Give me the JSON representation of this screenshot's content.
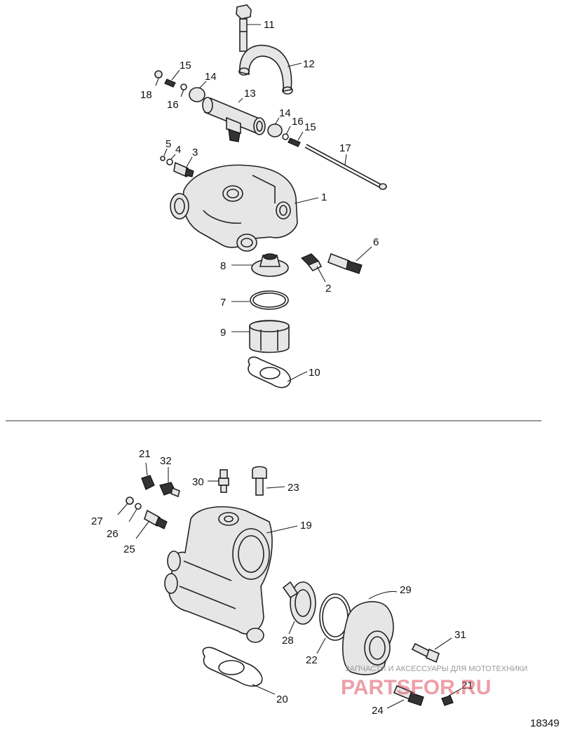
{
  "diagram": {
    "figure_id": "18349",
    "watermark": {
      "line1": "ЗАПЧАСТИ И АКСЕССУАРЫ ДЛЯ МОТОТЕХНИКИ",
      "line2": "PARTSFOR.RU"
    },
    "top_callouts": [
      {
        "id": "c11",
        "num": "11"
      },
      {
        "id": "c12",
        "num": "12"
      },
      {
        "id": "c15a",
        "num": "15"
      },
      {
        "id": "c18",
        "num": "18"
      },
      {
        "id": "c16a",
        "num": "16"
      },
      {
        "id": "c14a",
        "num": "14"
      },
      {
        "id": "c13",
        "num": "13"
      },
      {
        "id": "c14b",
        "num": "14"
      },
      {
        "id": "c16b",
        "num": "16"
      },
      {
        "id": "c15b",
        "num": "15"
      },
      {
        "id": "c17",
        "num": "17"
      },
      {
        "id": "c5",
        "num": "5"
      },
      {
        "id": "c4",
        "num": "4"
      },
      {
        "id": "c3",
        "num": "3"
      },
      {
        "id": "c1",
        "num": "1"
      },
      {
        "id": "c6",
        "num": "6"
      },
      {
        "id": "c8",
        "num": "8"
      },
      {
        "id": "c2",
        "num": "2"
      },
      {
        "id": "c7",
        "num": "7"
      },
      {
        "id": "c9",
        "num": "9"
      },
      {
        "id": "c10",
        "num": "10"
      }
    ],
    "bottom_callouts": [
      {
        "id": "c21a",
        "num": "21"
      },
      {
        "id": "c32",
        "num": "32"
      },
      {
        "id": "c30",
        "num": "30"
      },
      {
        "id": "c23",
        "num": "23"
      },
      {
        "id": "c27",
        "num": "27"
      },
      {
        "id": "c26",
        "num": "26"
      },
      {
        "id": "c25",
        "num": "25"
      },
      {
        "id": "c19",
        "num": "19"
      },
      {
        "id": "c29",
        "num": "29"
      },
      {
        "id": "c28",
        "num": "28"
      },
      {
        "id": "c22",
        "num": "22"
      },
      {
        "id": "c31",
        "num": "31"
      },
      {
        "id": "c20",
        "num": "20"
      },
      {
        "id": "c21b",
        "num": "21"
      },
      {
        "id": "c24",
        "num": "24"
      }
    ]
  }
}
